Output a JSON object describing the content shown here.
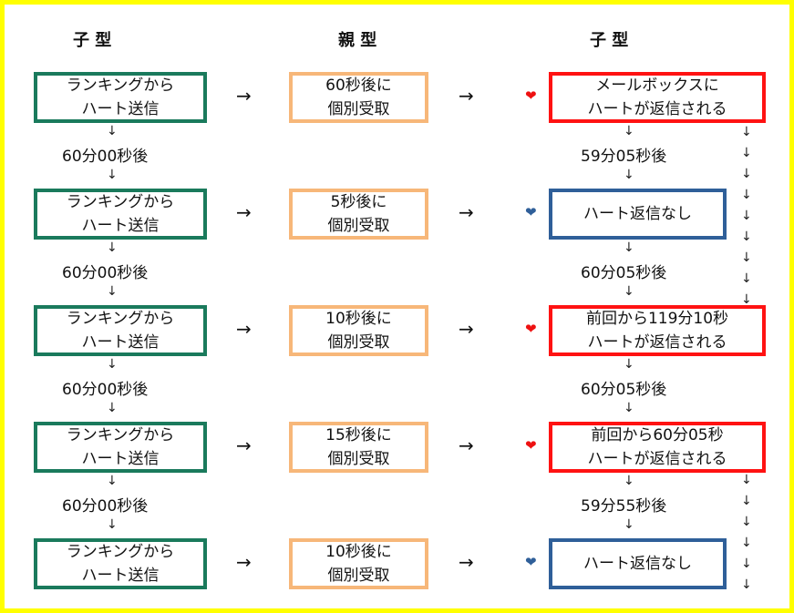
{
  "headers": {
    "child_left": "子 型",
    "parent": "親 型",
    "child_right": "子 型"
  },
  "arrow_right": "→",
  "arrow_down": "↓",
  "heart": "❤",
  "colors": {
    "border": "#ffff00",
    "green": "#1a7a5c",
    "orange": "#f7b779",
    "red": "#ff1212",
    "blue": "#2f5f99"
  },
  "rows": [
    {
      "left": [
        "ランキングから",
        "ハート送信"
      ],
      "mid": [
        "60秒後に",
        "個別受取"
      ],
      "heart_color": "red",
      "right": [
        "メールボックスに",
        "ハートが返信される"
      ]
    },
    {
      "left": [
        "ランキングから",
        "ハート送信"
      ],
      "mid": [
        "5秒後に",
        "個別受取"
      ],
      "heart_color": "blue",
      "right": [
        "ハート返信なし"
      ]
    },
    {
      "left": [
        "ランキングから",
        "ハート送信"
      ],
      "mid": [
        "10秒後に",
        "個別受取"
      ],
      "heart_color": "red",
      "right": [
        "前回から119分10秒",
        "ハートが返信される"
      ]
    },
    {
      "left": [
        "ランキングから",
        "ハート送信"
      ],
      "mid": [
        "15秒後に",
        "個別受取"
      ],
      "heart_color": "red",
      "right": [
        "前回から60分05秒",
        "ハートが返信される"
      ]
    },
    {
      "left": [
        "ランキングから",
        "ハート送信"
      ],
      "mid": [
        "10秒後に",
        "個別受取"
      ],
      "heart_color": "blue",
      "right": [
        "ハート返信なし"
      ]
    }
  ],
  "left_gaps": [
    "60分00秒後",
    "60分00秒後",
    "60分00秒後",
    "60分00秒後"
  ],
  "right_gaps": [
    "59分05秒後",
    "60分05秒後",
    "60分05秒後",
    "59分55秒後"
  ]
}
